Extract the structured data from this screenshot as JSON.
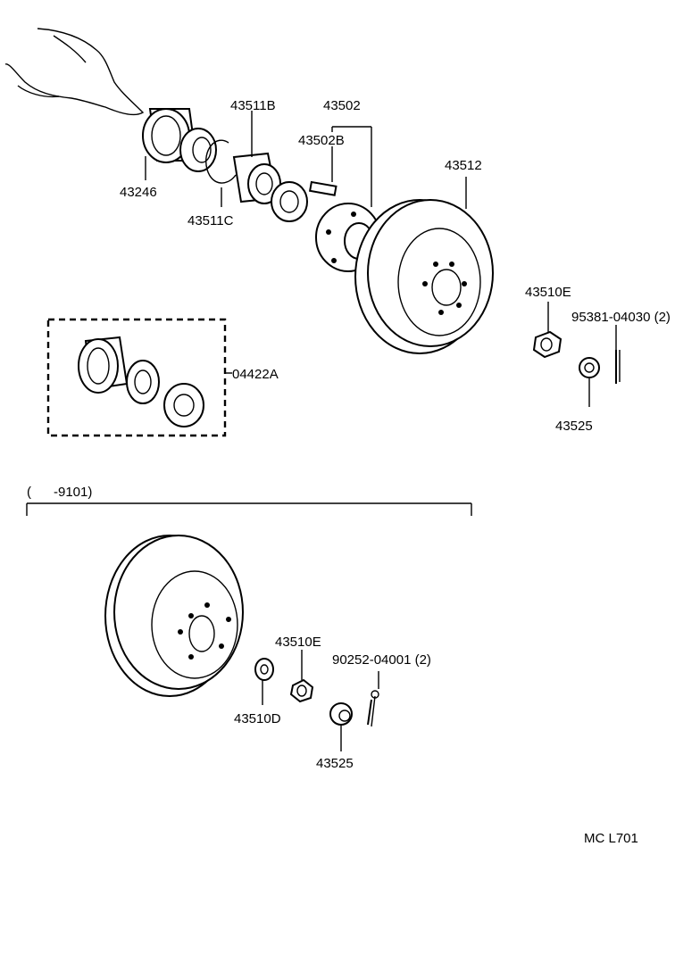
{
  "labels": {
    "p43246": "43246",
    "p43511B": "43511B",
    "p43511C": "43511C",
    "p43502": "43502",
    "p43502B": "43502B",
    "p43512": "43512",
    "p43510E_top": "43510E",
    "p95381": "95381-04030 (2)",
    "p43525_top": "43525",
    "p04422A": "04422A",
    "group_range": "(      -9101)",
    "p43510E_bottom": "43510E",
    "p90252": "90252-04001 (2)",
    "p43510D": "43510D",
    "p43525_bottom": "43525",
    "figure_code": "MC L701"
  }
}
